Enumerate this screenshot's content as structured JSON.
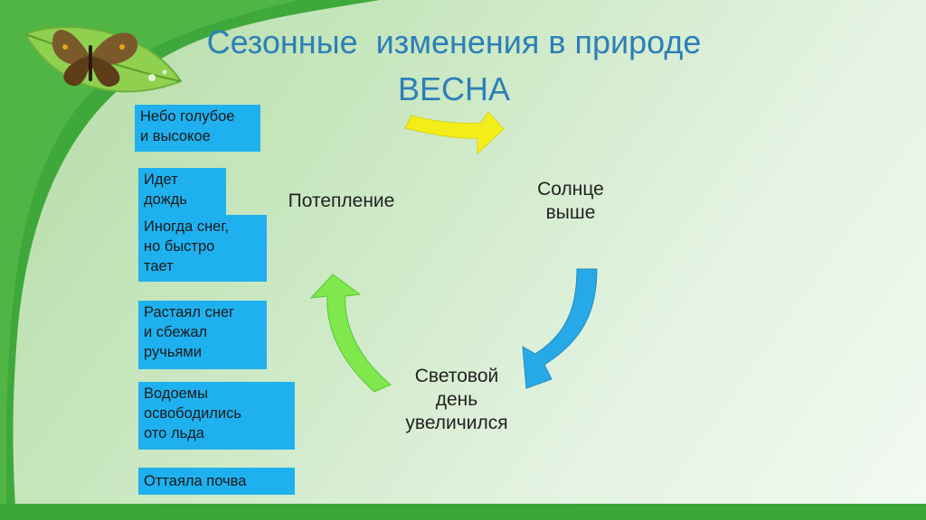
{
  "title": {
    "line1": "Сезонные  изменения в природе",
    "line2": "ВЕСНА"
  },
  "signs": [
    "Небо голубое\nи высокое",
    "Идет\nдождь",
    "Иногда снег,\nно быстро\nтает",
    "Растаял снег\nи сбежал\nручьями",
    "Водоемы\nосвободились\nото льда",
    "Оттаяла почва"
  ],
  "cycle": {
    "items": [
      "Потепление",
      "Солнце\nвыше",
      "Световой\nдень\nувеличился"
    ],
    "arrow_colors": [
      "#f3ee1a",
      "#27a9e8",
      "#7fe84c"
    ]
  },
  "colors": {
    "box": "#1fb1ef",
    "title": "#2c7fb8",
    "green_band": "#3aa63a"
  },
  "icons": [
    "butterfly-icon",
    "leaf-icon"
  ]
}
